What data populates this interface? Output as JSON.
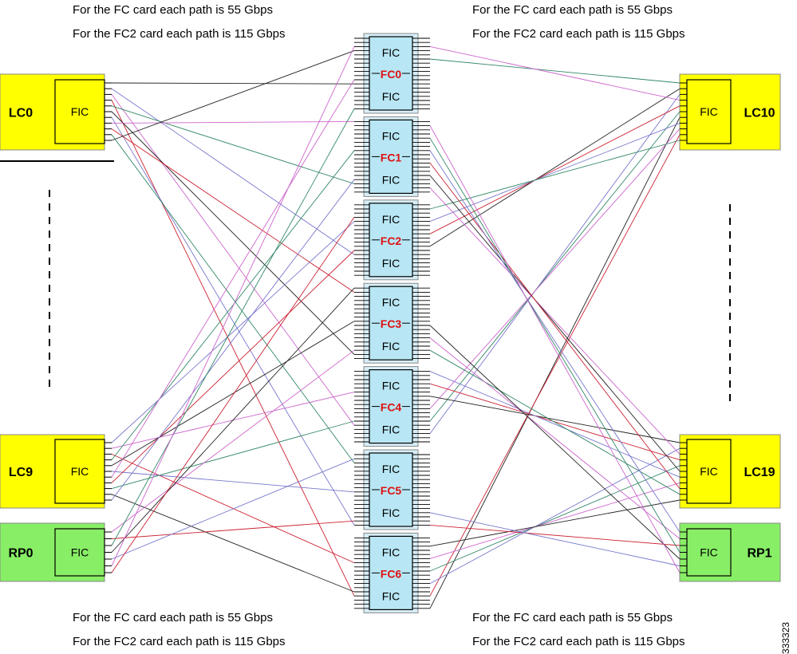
{
  "notes": {
    "top_left": [
      "For the FC card each path is 55 Gbps",
      "For the FC2 card each path is 115 Gbps"
    ],
    "top_right": [
      "For the FC card each path is 55 Gbps",
      "For the FC2 card each path is 115 Gbps"
    ],
    "bottom_left": [
      "For the FC card each path is 55 Gbps",
      "For the FC2 card each path is 115 Gbps"
    ],
    "bottom_right": [
      "For the FC card each path is 55 Gbps",
      "For the FC2 card each path is 115 Gbps"
    ]
  },
  "left_cards": [
    {
      "label": "LC0",
      "fic": "FIC",
      "kind": "lc"
    },
    {
      "label": "LC9",
      "fic": "FIC",
      "kind": "lc"
    },
    {
      "label": "RP0",
      "fic": "FIC",
      "kind": "rp"
    }
  ],
  "right_cards": [
    {
      "label": "LC10",
      "fic": "FIC",
      "kind": "lc"
    },
    {
      "label": "LC19",
      "fic": "FIC",
      "kind": "rp_lc"
    },
    {
      "label": "RP1",
      "fic": "FIC",
      "kind": "rp"
    }
  ],
  "fabric_cards": [
    {
      "label": "FC0",
      "fic_top": "FIC",
      "fic_bottom": "FIC"
    },
    {
      "label": "FC1",
      "fic_top": "FIC",
      "fic_bottom": "FIC"
    },
    {
      "label": "FC2",
      "fic_top": "FIC",
      "fic_bottom": "FIC"
    },
    {
      "label": "FC3",
      "fic_top": "FIC",
      "fic_bottom": "FIC"
    },
    {
      "label": "FC4",
      "fic_top": "FIC",
      "fic_bottom": "FIC"
    },
    {
      "label": "FC5",
      "fic_top": "FIC",
      "fic_bottom": "FIC"
    },
    {
      "label": "FC6",
      "fic_top": "FIC",
      "fic_bottom": "FIC"
    }
  ],
  "figure_id": "333323",
  "colors": {
    "linecard": "#ffff00",
    "rp": "#88ee66",
    "fabric": "#b8e6f4",
    "fc_label": "#dd1111",
    "link_colors": [
      "#222222",
      "#7777cc",
      "#cc66cc",
      "#cc2233",
      "#338866"
    ]
  }
}
